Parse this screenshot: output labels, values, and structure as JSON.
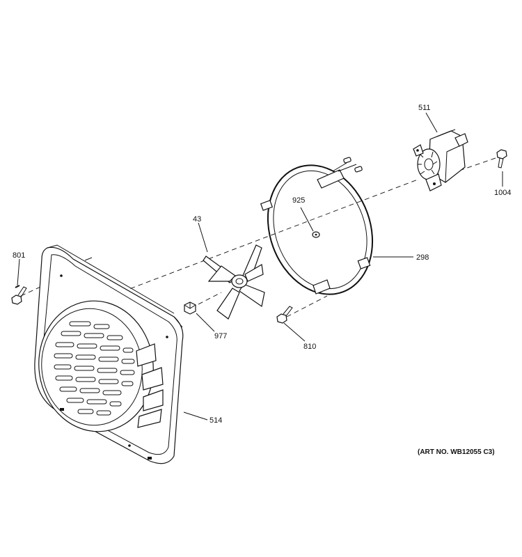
{
  "parts": {
    "p801": "801",
    "p43": "43",
    "p925": "925",
    "p511": "511",
    "p1004": "1004",
    "p298": "298",
    "p977": "977",
    "p810": "810",
    "p514": "514"
  },
  "art_number": "(ART NO. WB12055 C3)"
}
